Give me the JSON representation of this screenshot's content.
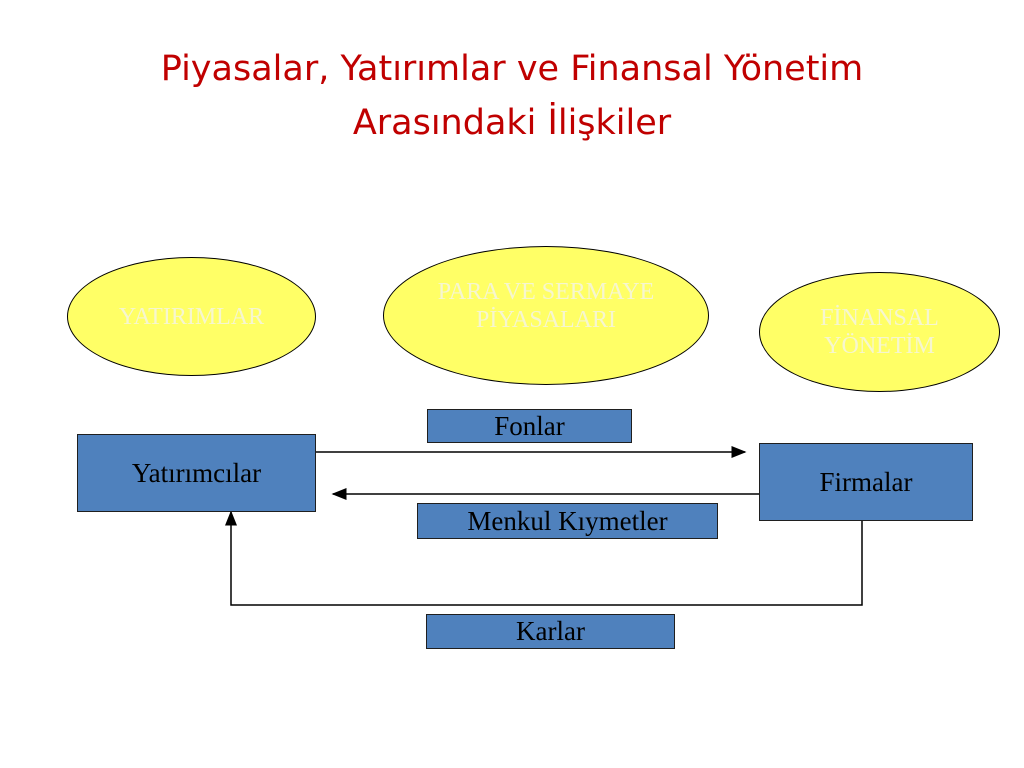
{
  "title": {
    "line1": "Piyasalar, Yatırımlar ve Finansal Yönetim",
    "line2": "Arasındaki İlişkiler"
  },
  "ellipses": {
    "investments": "YATIRIMLAR",
    "markets": "PARA VE SERMAYE\nPİYASALARI",
    "financial_management": "FİNANSAL\nYÖNETİM"
  },
  "nodes": {
    "investors": "Yatırımcılar",
    "firms": "Firmalar"
  },
  "flows": {
    "funds": "Fonlar",
    "securities": "Menkul Kıymetler",
    "profits": "Karlar"
  },
  "colors": {
    "title": "#c00000",
    "ellipse_fill": "#ffff66",
    "box_fill": "#4f81bd"
  }
}
